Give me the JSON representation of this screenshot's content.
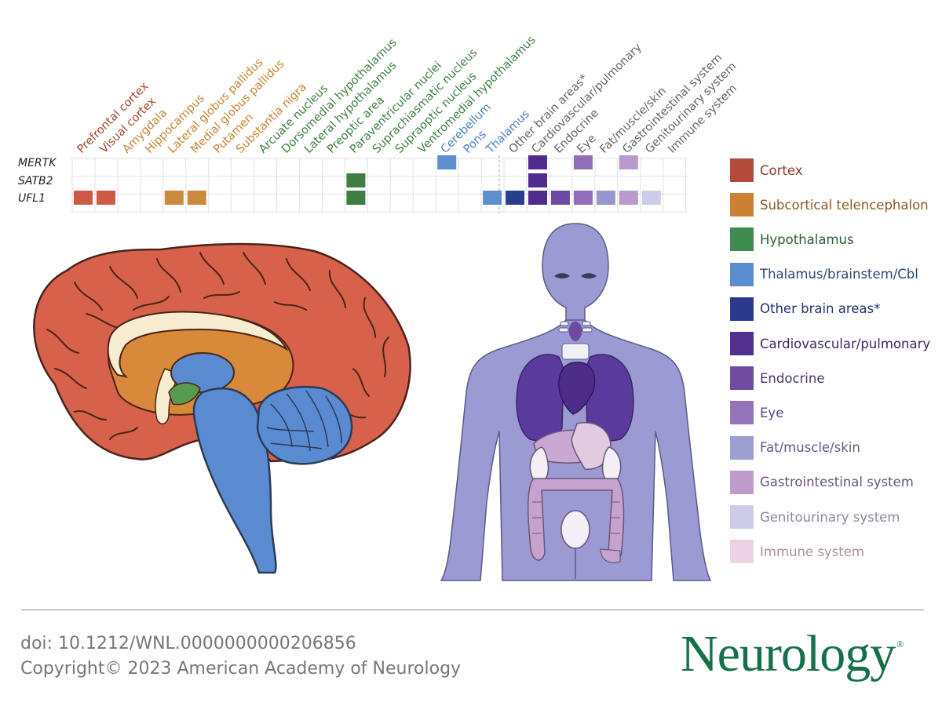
{
  "regions": [
    {
      "label": "Prefrontal cortex",
      "group": "cortex"
    },
    {
      "label": "Visual cortex",
      "group": "cortex"
    },
    {
      "label": "Amygdala",
      "group": "subcortical"
    },
    {
      "label": "Hippocampus",
      "group": "subcortical"
    },
    {
      "label": "Lateral globus pallidus",
      "group": "subcortical"
    },
    {
      "label": "Medial globus pallidus",
      "group": "subcortical"
    },
    {
      "label": "Putamen",
      "group": "subcortical"
    },
    {
      "label": "Substantia nigra",
      "group": "subcortical"
    },
    {
      "label": "Arcuate nucleus",
      "group": "hypothalamus"
    },
    {
      "label": "Dorsomedial hypothalamus",
      "group": "hypothalamus"
    },
    {
      "label": "Lateral hypothalamus",
      "group": "hypothalamus"
    },
    {
      "label": "Preoptic area",
      "group": "hypothalamus"
    },
    {
      "label": "Paraventricular nuclei",
      "group": "hypothalamus"
    },
    {
      "label": "Suprachiasmatic nucleus",
      "group": "hypothalamus"
    },
    {
      "label": "Supraoptic nucleus",
      "group": "hypothalamus"
    },
    {
      "label": "Ventromedial hypothalamus",
      "group": "hypothalamus"
    },
    {
      "label": "Cerebellum",
      "group": "thalamus"
    },
    {
      "label": "Pons",
      "group": "thalamus"
    },
    {
      "label": "Thalamus",
      "group": "thalamus"
    },
    {
      "label": "Other brain areas*",
      "group": "other_body"
    },
    {
      "label": "Cardiovascular/pulmonary",
      "group": "other_body"
    },
    {
      "label": "Endocrine",
      "group": "other_body"
    },
    {
      "label": "Eye",
      "group": "other_body"
    },
    {
      "label": "Fat/muscle/skin",
      "group": "other_body"
    },
    {
      "label": "Gastrointestinal system",
      "group": "other_body"
    },
    {
      "label": "Genitourinary system",
      "group": "other_body"
    },
    {
      "label": "Immune system",
      "group": "other_body"
    }
  ],
  "genes": [
    {
      "name": "MERTK",
      "cells": [
        16,
        20,
        22,
        24
      ]
    },
    {
      "name": "SATB2",
      "cells": [
        12,
        20
      ]
    },
    {
      "name": "UFL1",
      "cells": [
        0,
        1,
        4,
        5,
        12,
        18,
        19,
        20,
        21,
        22,
        23,
        24,
        25
      ]
    }
  ],
  "colors": {
    "group_text": {
      "cortex": "#a44a33",
      "subcortical": "#c78433",
      "hypothalamus": "#3f7e43",
      "thalamus": "#4a7fc4",
      "other_body": "#666666"
    },
    "cells": [
      "#cd5a45",
      "#cd5a45",
      "#ffffff",
      "#ffffff",
      "#cc8a3c",
      "#cc8a3c",
      "#ffffff",
      "#ffffff",
      "#ffffff",
      "#ffffff",
      "#ffffff",
      "#ffffff",
      "#3f7e43",
      "#ffffff",
      "#ffffff",
      "#ffffff",
      "#5d8ece",
      "#ffffff",
      "#5d8ece",
      "#2a3e8e",
      "#512b8e",
      "#6e4aa3",
      "#916eb8",
      "#9797cd",
      "#b89acc",
      "#cccce6",
      "#ffffff"
    ],
    "grid_line": "#e2e2e2",
    "separator": "#b0b0b0"
  },
  "legend": [
    {
      "label": "Cortex",
      "color": "#b24a3c",
      "text_color": "#8a3a2a"
    },
    {
      "label": "Subcortical telencephalon",
      "color": "#cd7f33",
      "text_color": "#8e5a22"
    },
    {
      "label": "Hypothalamus",
      "color": "#3f8a4e",
      "text_color": "#2c5e36"
    },
    {
      "label": "Thalamus/brainstem/Cbl",
      "color": "#5b8ed0",
      "text_color": "#2a4a72"
    },
    {
      "label": "Other brain areas*",
      "color": "#2c3a8e",
      "text_color": "#25306e"
    },
    {
      "label": "Cardiovascular/pulmonary",
      "color": "#51308f",
      "text_color": "#3a2566"
    },
    {
      "label": "Endocrine",
      "color": "#6f4c9f",
      "text_color": "#4b3470"
    },
    {
      "label": "Eye",
      "color": "#9473bb",
      "text_color": "#5a4480"
    },
    {
      "label": "Fat/muscle/skin",
      "color": "#9e9ed2",
      "text_color": "#5c5c80"
    },
    {
      "label": "Gastrointestinal system",
      "color": "#bf9ccb",
      "text_color": "#6a5478"
    },
    {
      "label": "Genitourinary system",
      "color": "#cdcbe6",
      "text_color": "#8a8aa0"
    },
    {
      "label": "Immune system",
      "color": "#ecd3e3",
      "text_color": "#a890a0"
    }
  ],
  "footer": {
    "doi": "doi: 10.1212/WNL.0000000000206856",
    "copyright": "Copyright© 2023 American Academy of Neurology",
    "brand": "Neurology",
    "registered": "®"
  }
}
